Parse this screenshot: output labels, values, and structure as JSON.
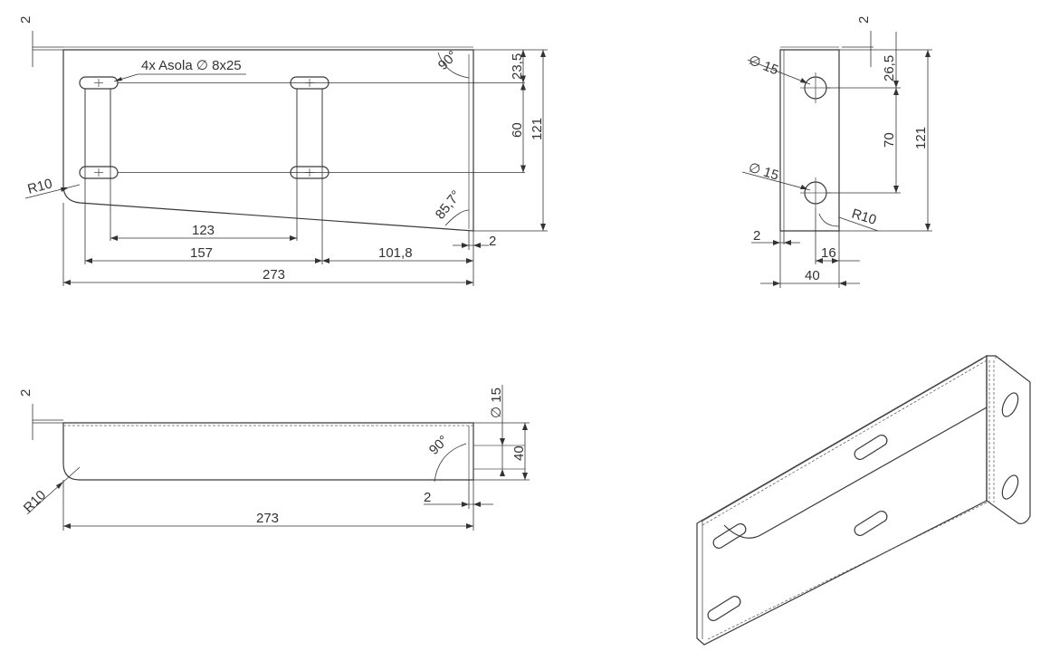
{
  "views": {
    "front": {
      "thickness": "2",
      "slot_note": "4x Asola ∅ 8x25",
      "bend_angle": "90°",
      "dim_top_offset": "23,5",
      "dim_slot_spacing": "60",
      "dim_total_height": "121",
      "radius": "R10",
      "taper_angle": "85,7°",
      "dim_inner_slots": "123",
      "dim_outer_slots": "157",
      "dim_right_margin": "101,8",
      "dim_flange": "2",
      "dim_total_length": "273"
    },
    "side": {
      "thickness_top": "2",
      "hole_upper": "∅ 15",
      "hole_lower": "∅ 15",
      "dim_top_offset": "26,5",
      "dim_hole_spacing": "70",
      "dim_total_height": "121",
      "radius": "R10",
      "dim_thickness": "2",
      "dim_hole_center": "16",
      "dim_width": "40"
    },
    "top": {
      "thickness": "2",
      "hole_dia": "∅ 15",
      "dim_width": "40",
      "bend_angle": "90°",
      "radius": "R10",
      "dim_flange": "2",
      "dim_total_length": "273"
    }
  }
}
